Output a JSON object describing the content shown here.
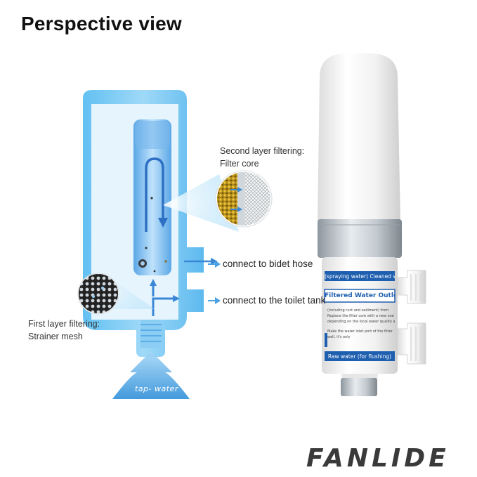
{
  "title": "Perspective view",
  "labels": {
    "second_layer_line1": "Second layer filtering:",
    "second_layer_line2": "Filter core",
    "first_layer_line1": "First layer filtering:",
    "first_layer_line2": "Strainer mesh",
    "bidet": "connect to bidet hose",
    "toilet": "connect to the toilet tank",
    "tap_water": "tap- water"
  },
  "product": {
    "top_band": "(spraying water) Cleaned water",
    "outlet_label": "Filtered Water Outlet",
    "info_line1": "(including rust and sediment) from",
    "info_line2": "Replace the filter core with a new one",
    "info_line3": "depending on the local water quality and",
    "info_line4": "Make the water inlet port of the filter",
    "info_line5": "well, it's only",
    "bottom_band": "Raw water (for flushing)"
  },
  "brand": "FANLIDE",
  "colors": {
    "water_blue": "#5ab8f0",
    "light_blue": "#bfe6fb",
    "label_blue": "#1f5fb0",
    "silver": "#b9c0c6"
  }
}
